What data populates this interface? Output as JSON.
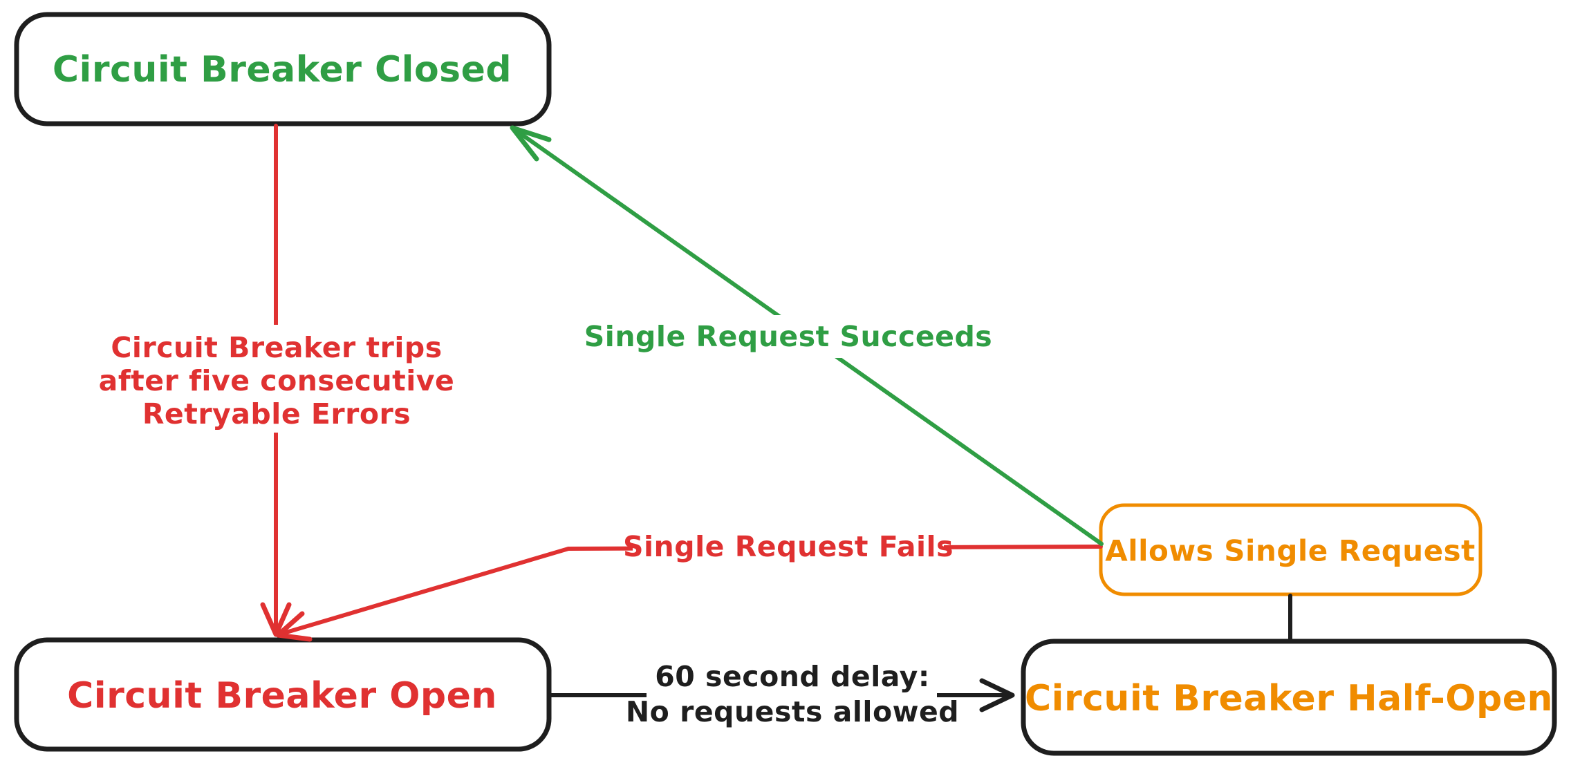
{
  "diagram": {
    "title": "Circuit Breaker state diagram",
    "background_color": "#ffffff",
    "colors": {
      "green": "#2f9e44",
      "red": "#e03131",
      "orange": "#f08c00",
      "black": "#1e1e1e"
    },
    "nodes": [
      {
        "id": "circuit-breaker-closed",
        "label": "Circuit Breaker Closed",
        "text_color": "#2f9e44",
        "border_color": "#1e1e1e"
      },
      {
        "id": "circuit-breaker-open",
        "label": "Circuit Breaker Open",
        "text_color": "#e03131",
        "border_color": "#1e1e1e"
      },
      {
        "id": "circuit-breaker-half-open",
        "label": "Circuit Breaker Half-Open",
        "text_color": "#f08c00",
        "border_color": "#1e1e1e"
      },
      {
        "id": "allows-single-request",
        "label": "Allows Single Request",
        "text_color": "#f08c00",
        "border_color": "#f08c00"
      }
    ],
    "edges": [
      {
        "id": "closed-to-open",
        "color": "#e03131",
        "lines": [
          "Circuit Breaker trips",
          "after five consecutive",
          "Retryable Errors"
        ]
      },
      {
        "id": "half-open-to-closed",
        "color": "#2f9e44",
        "lines": [
          "Single Request Succeeds"
        ]
      },
      {
        "id": "allows-to-open",
        "color": "#e03131",
        "lines": [
          "Single Request Fails"
        ]
      },
      {
        "id": "open-to-half-open",
        "color": "#1e1e1e",
        "lines": [
          "60 second delay:",
          "No requests allowed"
        ]
      },
      {
        "id": "allows-to-half-open",
        "color": "#1e1e1e",
        "lines": []
      }
    ]
  }
}
